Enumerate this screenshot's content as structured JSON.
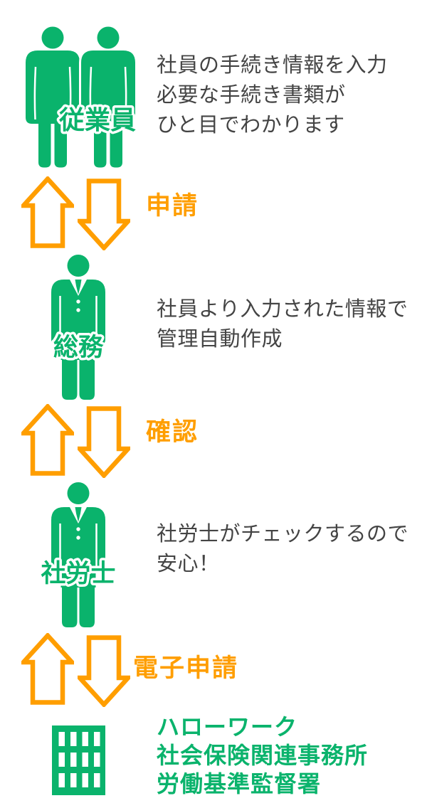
{
  "colors": {
    "green": "#0ab36c",
    "orange": "#ff9e00",
    "text_dark": "#444444",
    "background": "#ffffff"
  },
  "steps": [
    {
      "actor": "従業員",
      "icon": "employees-two-person-silhouette",
      "description_lines": [
        "社員の手続き情報を入力",
        "必要な手続き書類が",
        "ひと目でわかります"
      ]
    },
    {
      "actor": "総務",
      "icon": "office-worker-suit-silhouette",
      "description_lines": [
        "社員より入力された情報で",
        "管理自動作成"
      ]
    },
    {
      "actor": "社労士",
      "icon": "labor-consultant-suit-silhouette",
      "description_lines": [
        "社労士がチェックするので",
        "安心！"
      ]
    },
    {
      "icon": "government-building",
      "destination_lines": [
        "ハローワーク",
        "社会保険関連事務所",
        "労働基準監督署"
      ]
    }
  ],
  "connectors": [
    {
      "label": "申請",
      "icons": [
        "up-arrow",
        "down-arrow"
      ]
    },
    {
      "label": "確認",
      "icons": [
        "up-arrow",
        "down-arrow"
      ]
    },
    {
      "label": "電子申請",
      "icons": [
        "up-arrow",
        "down-arrow"
      ]
    }
  ]
}
